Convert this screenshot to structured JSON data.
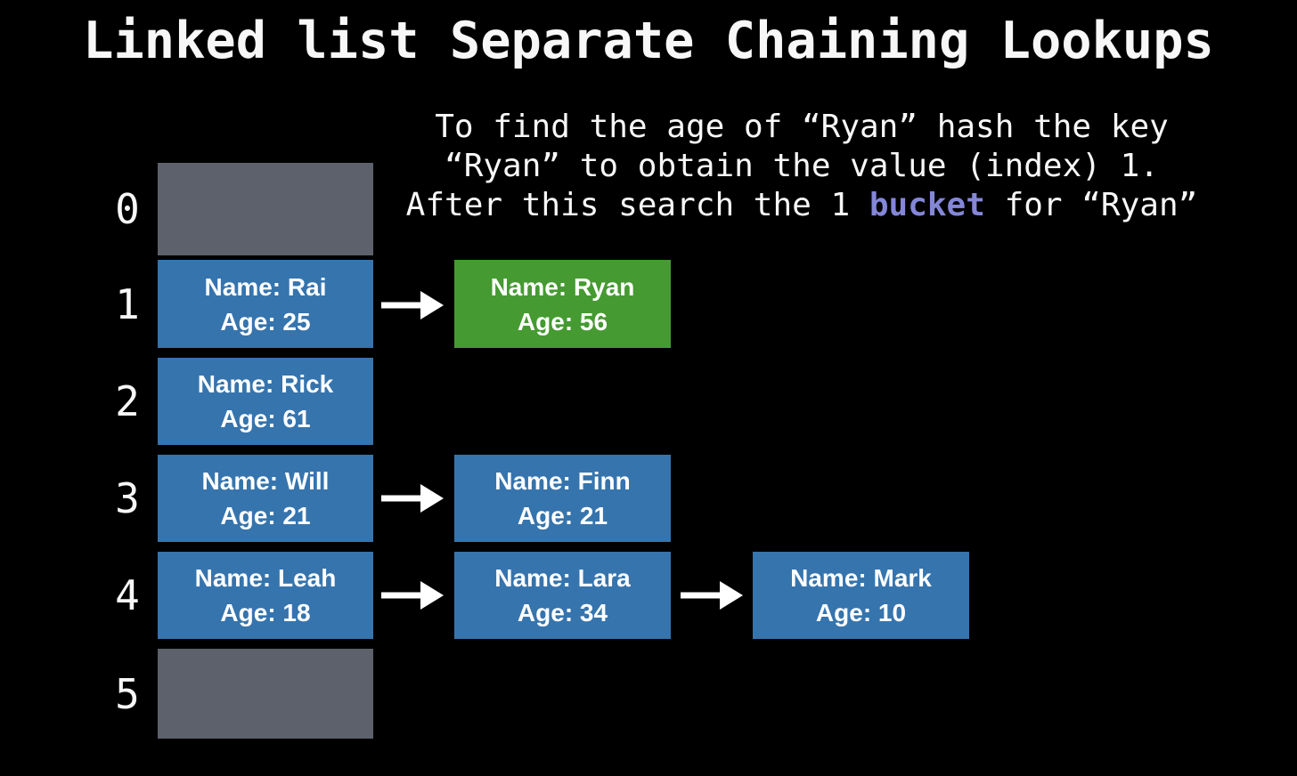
{
  "title": "Linked list Separate Chaining Lookups",
  "explanation": {
    "line1": "To find the age of “Ryan” hash the key",
    "line2": "“Ryan” to obtain the value (index) 1.",
    "line3_before": "After this search the 1 ",
    "line3_highlight": "bucket",
    "line3_after": " for “Ryan”"
  },
  "colors": {
    "background": "#000000",
    "empty-bucket-gray": "#5c616b",
    "node-blue": "#3674ad",
    "found-node-green": "#459a31",
    "text-white": "#f7f7f7",
    "highlight-purple": "#8486d8"
  },
  "hash_table": {
    "buckets": [
      {
        "index": "0",
        "chain": []
      },
      {
        "index": "1",
        "chain": [
          {
            "name_label": "Name: Rai",
            "age_label": "Age: 25",
            "state": "blue"
          },
          {
            "name_label": "Name: Ryan",
            "age_label": "Age: 56",
            "state": "green"
          }
        ]
      },
      {
        "index": "2",
        "chain": [
          {
            "name_label": "Name: Rick",
            "age_label": "Age: 61",
            "state": "blue"
          }
        ]
      },
      {
        "index": "3",
        "chain": [
          {
            "name_label": "Name: Will",
            "age_label": "Age: 21",
            "state": "blue"
          },
          {
            "name_label": "Name: Finn",
            "age_label": "Age: 21",
            "state": "blue"
          }
        ]
      },
      {
        "index": "4",
        "chain": [
          {
            "name_label": "Name: Leah",
            "age_label": "Age: 18",
            "state": "blue"
          },
          {
            "name_label": "Name: Lara",
            "age_label": "Age: 34",
            "state": "blue"
          },
          {
            "name_label": "Name: Mark",
            "age_label": "Age: 10",
            "state": "blue"
          }
        ]
      },
      {
        "index": "5",
        "chain": []
      }
    ]
  }
}
